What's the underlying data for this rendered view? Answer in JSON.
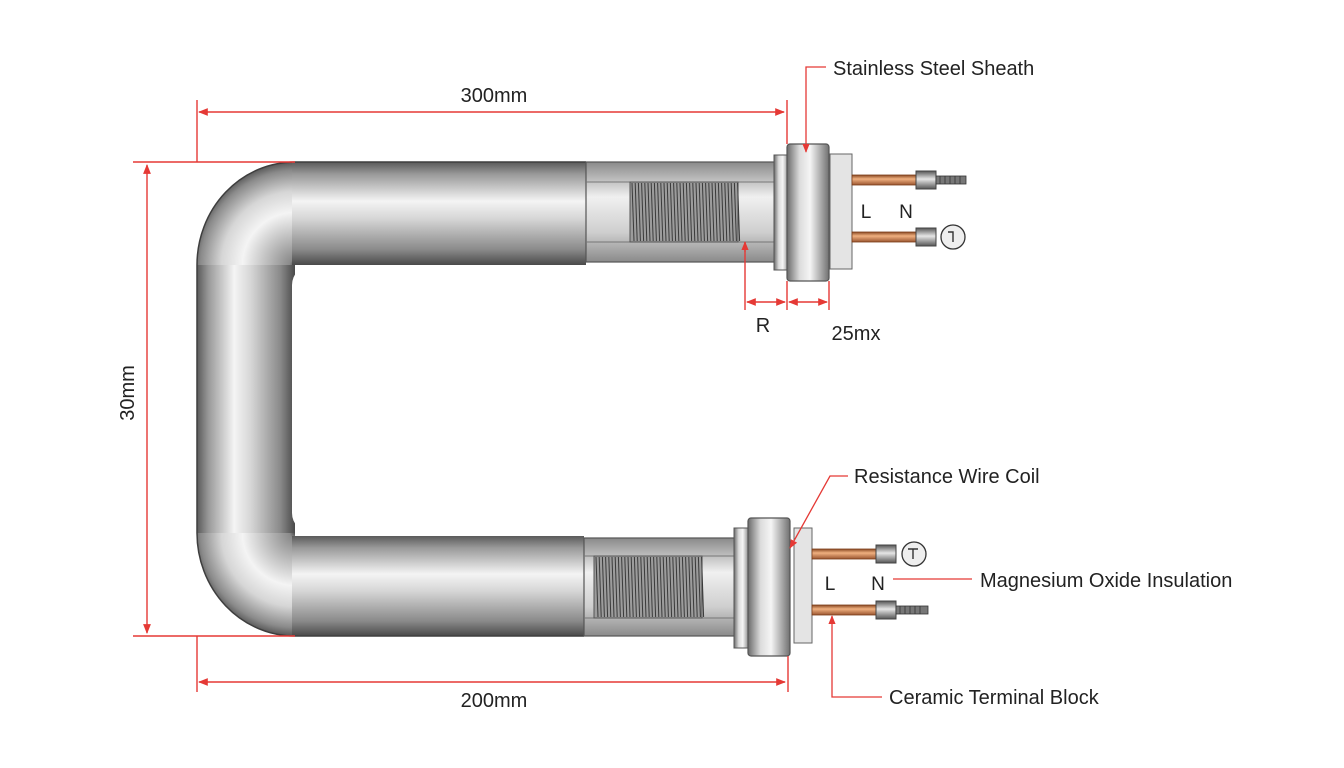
{
  "dimensions": {
    "top_length": "300mm",
    "bottom_length": "200mm",
    "height": "30mm",
    "r_gap": "R",
    "flange_width": "25mx"
  },
  "callouts": {
    "sheath": "Stainless Steel Sheath",
    "coil": "Resistance Wire Coil",
    "insulation": "Magnesium Oxide Insulation",
    "terminal_block": "Ceramic Terminal Block"
  },
  "terminals": {
    "top_l": "L",
    "top_n": "N",
    "bottom_l": "L",
    "bottom_n": "N"
  },
  "colors": {
    "dimension_red": "#e53935",
    "copper": "#c8794a",
    "steel": "#bdbdbd"
  }
}
